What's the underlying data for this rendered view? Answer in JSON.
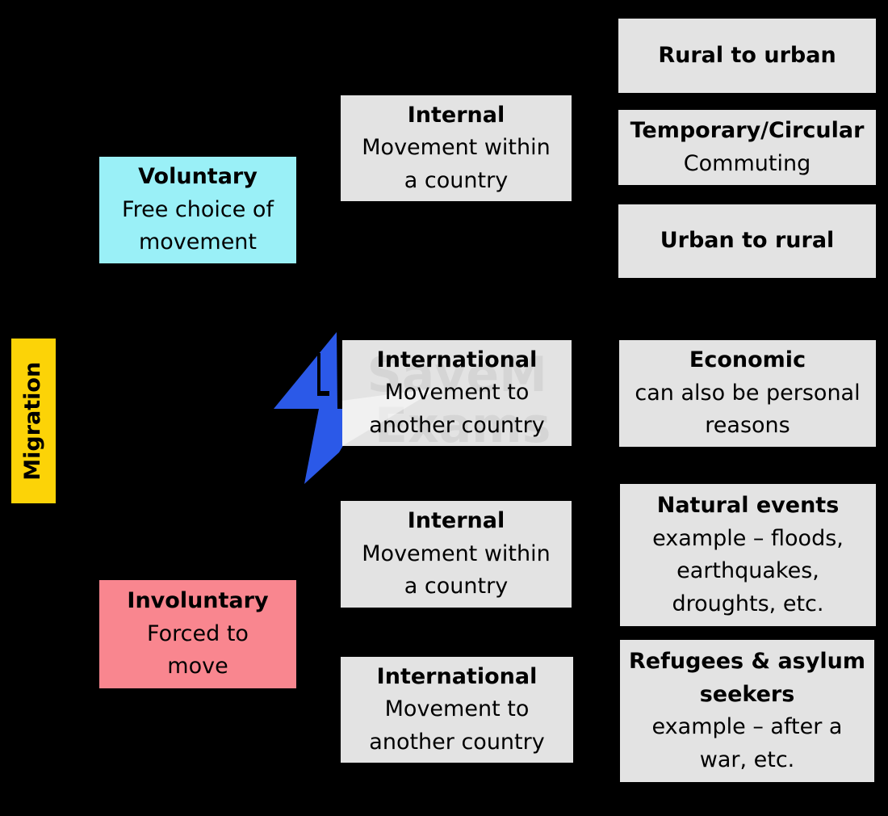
{
  "colors": {
    "background": "#000000",
    "box_gray": "#e3e3e3",
    "voluntary_cyan": "#9af0f7",
    "involuntary_pink": "#f9868f",
    "migration_yellow": "#fcd307",
    "bolt_blue": "#2b59e8",
    "text": "#000000"
  },
  "root": {
    "title": "Migration"
  },
  "branches": {
    "voluntary": {
      "title": "Voluntary",
      "lines": [
        "Free choice of",
        "movement"
      ]
    },
    "involuntary": {
      "title": "Involuntary",
      "lines": [
        "Forced to",
        "move"
      ]
    }
  },
  "types": {
    "voluntary_internal": {
      "title": "Internal",
      "lines": [
        "Movement within",
        "a country"
      ]
    },
    "voluntary_international": {
      "title": "International",
      "lines": [
        "Movement to",
        "another country"
      ]
    },
    "involuntary_internal": {
      "title": "Internal",
      "lines": [
        "Movement within",
        "a country"
      ]
    },
    "involuntary_international": {
      "title": "International",
      "lines": [
        "Movement to",
        "another country"
      ]
    }
  },
  "examples": {
    "rural_to_urban": {
      "title": "Rural to urban"
    },
    "temporary_circular": {
      "title": "Temporary/Circular",
      "lines": [
        "Commuting"
      ]
    },
    "urban_to_rural": {
      "title": "Urban to rural"
    },
    "economic": {
      "title": "Economic",
      "lines": [
        "can also be personal",
        "reasons"
      ]
    },
    "natural_events": {
      "title": "Natural events",
      "lines": [
        "example – floods,",
        "earthquakes,",
        "droughts, etc."
      ]
    },
    "refugees": {
      "title": "Refugees & asylum",
      "title2": "seekers",
      "lines": [
        "example – after a",
        "war, etc."
      ]
    }
  },
  "watermark": {
    "line1": "SaveM",
    "line2": "Exams"
  }
}
